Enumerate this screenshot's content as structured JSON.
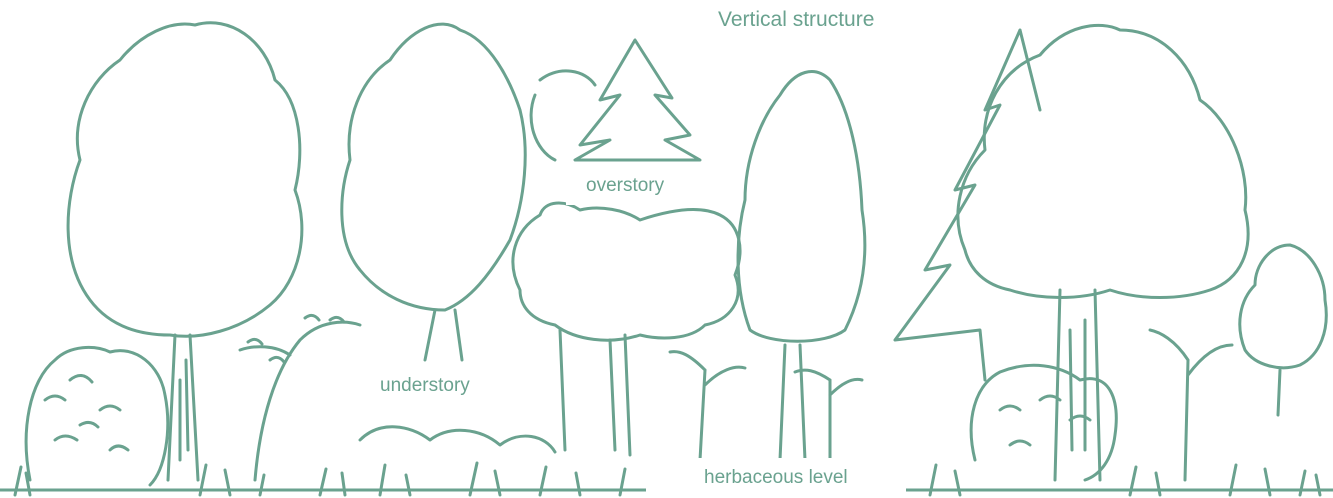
{
  "title": "Vertical structure",
  "labels": {
    "overstory": "overstory",
    "understory": "understory",
    "herbaceous": "herbaceous level"
  },
  "colors": {
    "ink": "#6aa28f",
    "background": "#ffffff"
  }
}
